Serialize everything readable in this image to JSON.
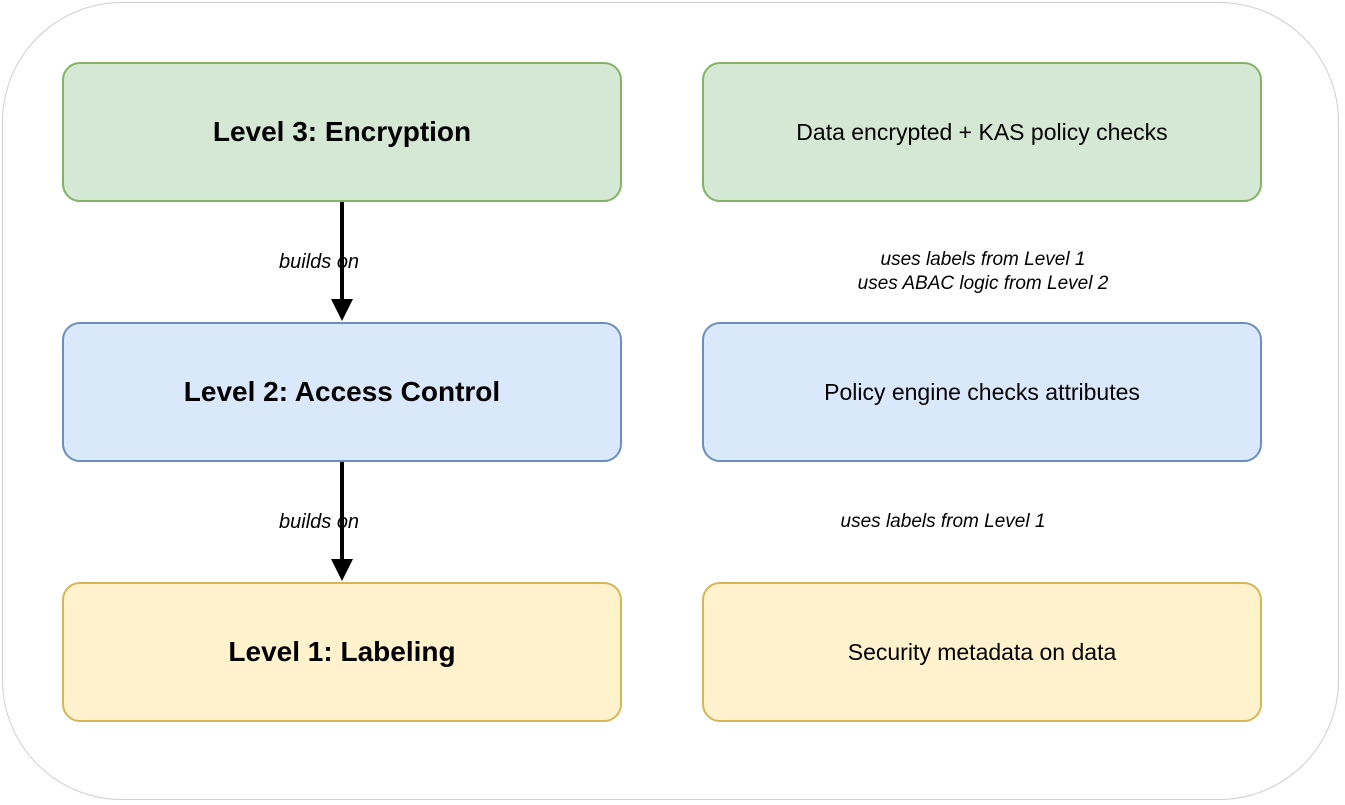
{
  "levels": {
    "level3": {
      "title": "Level 3: Encryption",
      "description": "Data encrypted + KAS policy checks"
    },
    "level2": {
      "title": "Level 2: Access Control",
      "description": "Policy engine checks attributes"
    },
    "level1": {
      "title": "Level 1: Labeling",
      "description": "Security metadata on data"
    }
  },
  "edges": {
    "level3_to_level2": "builds on",
    "level2_to_level1": "builds on"
  },
  "notes": {
    "level3_line1": "uses labels from Level 1",
    "level3_line2": "uses ABAC logic from Level 2",
    "level2_line1": "uses labels from Level 1"
  },
  "colors": {
    "green_fill": "#d5e8d4",
    "green_stroke": "#82b366",
    "blue_fill": "#dae8fc",
    "blue_stroke": "#6c8ebf",
    "yellow_fill": "#fff2cc",
    "yellow_stroke": "#d6b656"
  }
}
